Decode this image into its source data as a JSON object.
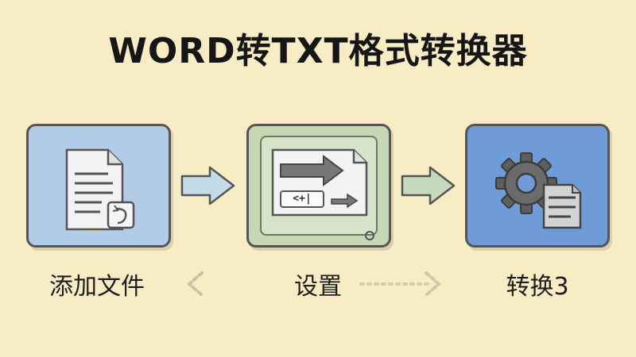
{
  "title": "WORD转TXT格式转换器",
  "steps": [
    {
      "label": "添加文件",
      "icon": "document-icon"
    },
    {
      "label": "设置",
      "icon": "settings-arrows-icon"
    },
    {
      "label": "转换3",
      "icon": "gear-document-icon"
    }
  ],
  "settings_panel": {
    "code_text": "<+|"
  },
  "colors": {
    "background": "#f7ecc4",
    "card_add": "#b2cbe6",
    "card_settings": "#c6d7b4",
    "card_convert": "#6f9cd8",
    "arrow_fill": "#c4dbe8"
  }
}
